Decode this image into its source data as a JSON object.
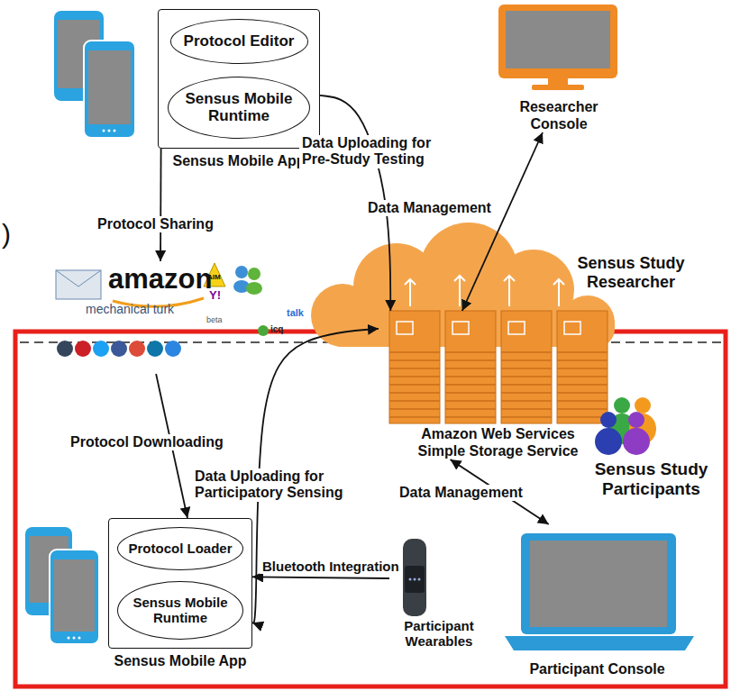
{
  "diagram": {
    "nodes": [
      {
        "text": [
          "Sensus Mobile App"
        ]
      },
      {
        "text": [
          "Protocol Editor"
        ],
        "in": 0
      },
      {
        "text": [
          "Sensus Mobile Runtime"
        ],
        "in": 0
      },
      {
        "text": [
          "Researcher Console"
        ]
      },
      {
        "text": [
          "amazon",
          "mechanical turk"
        ]
      },
      {
        "text": [
          "Amazon Web Services Simple Storage Service"
        ]
      },
      {
        "text": [
          "Sensus Mobile App"
        ]
      },
      {
        "text": [
          "Protocol Loader"
        ],
        "in": 6
      },
      {
        "text": [
          "Sensus Mobile Runtime"
        ],
        "in": 6
      },
      {
        "text": [
          "Participant Wearables"
        ]
      },
      {
        "text": [
          "Participant Console"
        ]
      }
    ],
    "edges": [
      {
        "from": 0,
        "to": 5,
        "label": "Data Uploading for Pre-Study Testing",
        "arrow": "to"
      },
      {
        "from": 5,
        "to": 3,
        "label": "Data Management",
        "arrow": "both"
      },
      {
        "from": 0,
        "to": 4,
        "label": "Protocol Sharing",
        "arrow": "to"
      },
      {
        "from": 4,
        "to": 6,
        "label": "Protocol Downloading",
        "arrow": "to"
      },
      {
        "from": 6,
        "to": 5,
        "label": "Data Uploading for Participatory Sensing",
        "arrow": "both"
      },
      {
        "from": 5,
        "to": 10,
        "label": "Data Management",
        "arrow": "both"
      },
      {
        "from": 9,
        "to": 6,
        "label": "Bluetooth Integration",
        "arrow": "to"
      }
    ],
    "labels": [
      ")",
      "Sensus Study Researcher",
      "AIM",
      "Y!",
      "beta",
      "talk",
      "icq",
      "Sensus Study Participants"
    ]
  }
}
